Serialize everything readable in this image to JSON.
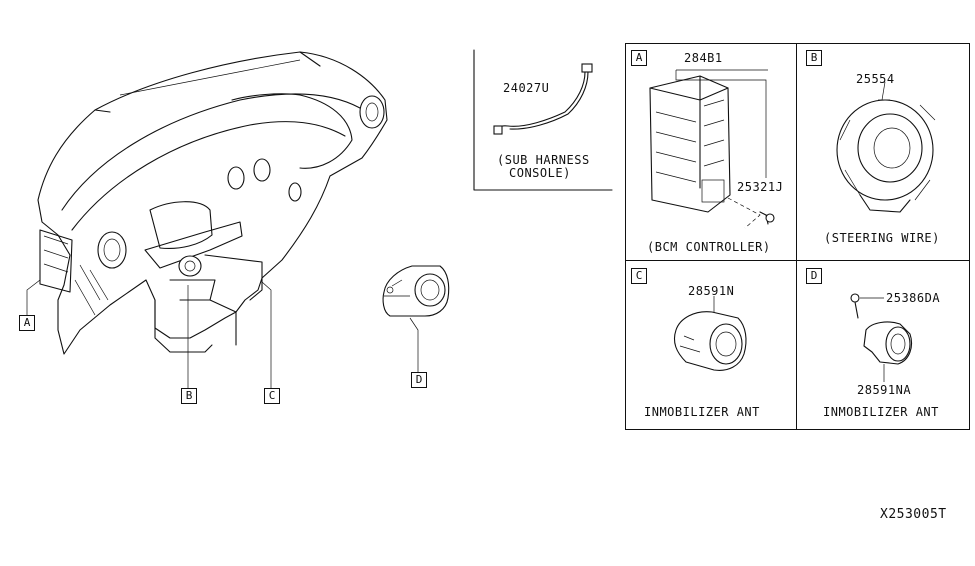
{
  "callouts": {
    "a": "A",
    "b": "B",
    "c": "C",
    "d": "D"
  },
  "sub_harness": {
    "part_no": "24027U",
    "caption_line1": "(SUB HARNESS",
    "caption_line2": "CONSOLE)"
  },
  "panels": {
    "a": {
      "letter": "A",
      "part_main": "284B1",
      "part_screw": "25321J",
      "caption": "(BCM CONTROLLER)"
    },
    "b": {
      "letter": "B",
      "part_main": "25554",
      "caption": "(STEERING WIRE)"
    },
    "c": {
      "letter": "C",
      "part_main": "28591N",
      "caption": "INMOBILIZER ANT"
    },
    "d": {
      "letter": "D",
      "part_screw": "25386DA",
      "part_main": "28591NA",
      "caption": "INMOBILIZER ANT"
    }
  },
  "diagram_id": "X253005T"
}
